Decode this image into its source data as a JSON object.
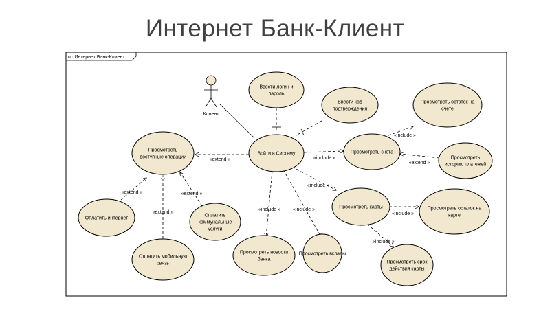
{
  "title": "Интернет Банк-Клиент",
  "frame_label": "uc Интернет Банк-Клиент",
  "actor": "Клиент",
  "usecases": [
    {
      "id": "uc-login-password",
      "lines": [
        "Ввести логин и",
        "пароль"
      ]
    },
    {
      "id": "uc-confirm-code",
      "lines": [
        "Ввести код",
        "подтверждения"
      ]
    },
    {
      "id": "uc-view-account-balance",
      "lines": [
        "Просмотреть остаток на",
        "счете"
      ]
    },
    {
      "id": "uc-view-available-ops",
      "lines": [
        "Просмотреть",
        "доступные операции"
      ]
    },
    {
      "id": "uc-login-system",
      "lines": [
        "Войти в Систему"
      ]
    },
    {
      "id": "uc-view-accounts",
      "lines": [
        "Просмотреть счета"
      ]
    },
    {
      "id": "uc-view-payment-history",
      "lines": [
        "Просмотреть",
        "историю платежей"
      ]
    },
    {
      "id": "uc-pay-internet",
      "lines": [
        "Оплатить интернет"
      ]
    },
    {
      "id": "uc-pay-utilities",
      "lines": [
        "Оплатить",
        "коммунальные",
        "услуги"
      ]
    },
    {
      "id": "uc-view-cards",
      "lines": [
        "Просмотреть карты"
      ]
    },
    {
      "id": "uc-view-card-balance",
      "lines": [
        "Просмотреть остаток на",
        "карте"
      ]
    },
    {
      "id": "uc-pay-mobile",
      "lines": [
        "Оплатить мобильную",
        "связь"
      ]
    },
    {
      "id": "uc-view-bank-news",
      "lines": [
        "Просмотреть новости",
        "банка"
      ]
    },
    {
      "id": "uc-view-deposits",
      "lines": [
        "Просмотреть вклады"
      ]
    },
    {
      "id": "uc-view-card-expiry",
      "lines": [
        "Просмотреть срок",
        "действия карты"
      ]
    }
  ],
  "stereotypes": {
    "extend": "«extend »",
    "include": "«include »"
  }
}
